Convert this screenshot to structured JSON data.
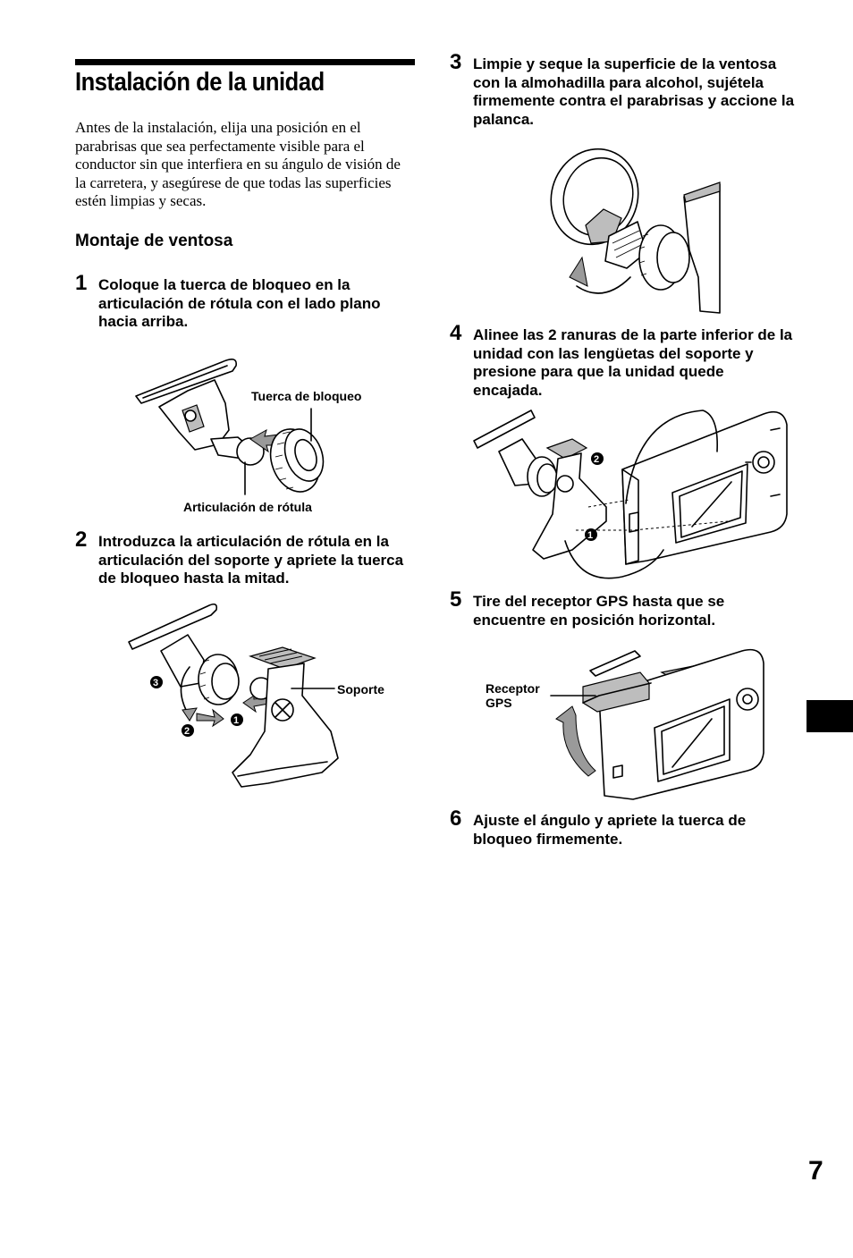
{
  "title": "Instalación de la unidad",
  "intro": "Antes de la instalación, elija una posición en el parabrisas que sea perfectamente visible para el conductor sin que interfiera en su ángulo de visión de la carretera, y asegúrese de que todas las superficies estén limpias y secas.",
  "subheading": "Montaje de ventosa",
  "steps": [
    {
      "num": "1",
      "text": "Coloque la tuerca de bloqueo en la articulación de rótula con el lado plano hacia arriba."
    },
    {
      "num": "2",
      "text": "Introduzca la articulación de rótula en la articulación del soporte y apriete la tuerca de bloqueo hasta la mitad."
    },
    {
      "num": "3",
      "text": "Limpie y seque la superficie de la ventosa con la almohadilla para alcohol, sujétela firmemente contra el parabrisas y accione la palanca."
    },
    {
      "num": "4",
      "text": "Alinee las 2 ranuras de la parte inferior de la unidad con las lengüetas del soporte y presione para que la unidad quede encajada."
    },
    {
      "num": "5",
      "text": "Tire del receptor GPS hasta que se encuentre en posición horizontal."
    },
    {
      "num": "6",
      "text": "Ajuste el ángulo y apriete la tuerca de bloqueo firmemente."
    }
  ],
  "figures": {
    "fig1": {
      "label_nut": "Tuerca de bloqueo",
      "label_joint": "Articulación de rótula"
    },
    "fig2": {
      "label_support": "Soporte",
      "callouts": [
        "1",
        "2",
        "3"
      ]
    },
    "fig4": {
      "callouts": [
        "1",
        "2"
      ]
    },
    "fig5": {
      "label_receiver": "Receptor\nGPS"
    }
  },
  "page_number": "7"
}
